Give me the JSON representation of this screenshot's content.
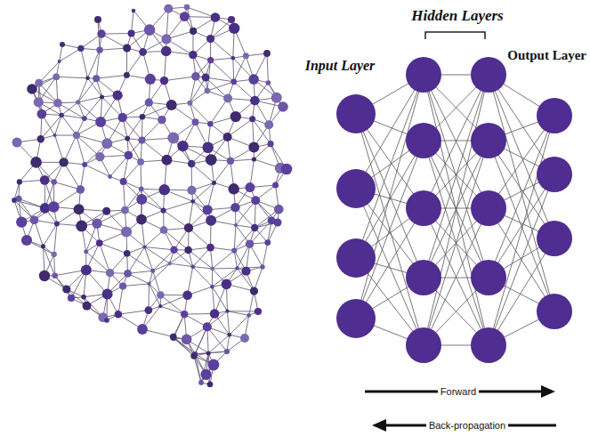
{
  "diagram": {
    "labels": [
      "Hidden Layers",
      "Input Layer",
      "Output Layer",
      "Forward",
      "Back-propagation"
    ]
  }
}
